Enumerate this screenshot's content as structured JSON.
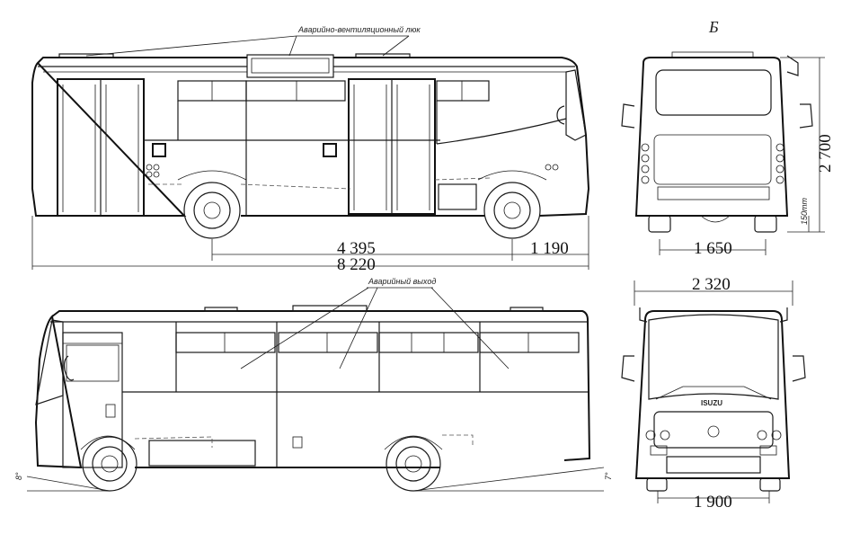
{
  "annotations": {
    "emergency_hatch": "Аварийно-вентиляционный люк",
    "emergency_exit": "Аварийный выход"
  },
  "views": {
    "rear_label": "Б"
  },
  "dimensions": {
    "wheelbase": "4 395",
    "rear_overhang": "1 190",
    "overall_length": "8 220",
    "overall_height": "2 700",
    "ground_clearance": "150mm",
    "rear_track": "1 650",
    "overall_width": "2 320",
    "front_track": "1 900",
    "approach_angle": "8°",
    "departure_angle": "7°"
  },
  "badges": {
    "front_brand": "ISUZU"
  }
}
